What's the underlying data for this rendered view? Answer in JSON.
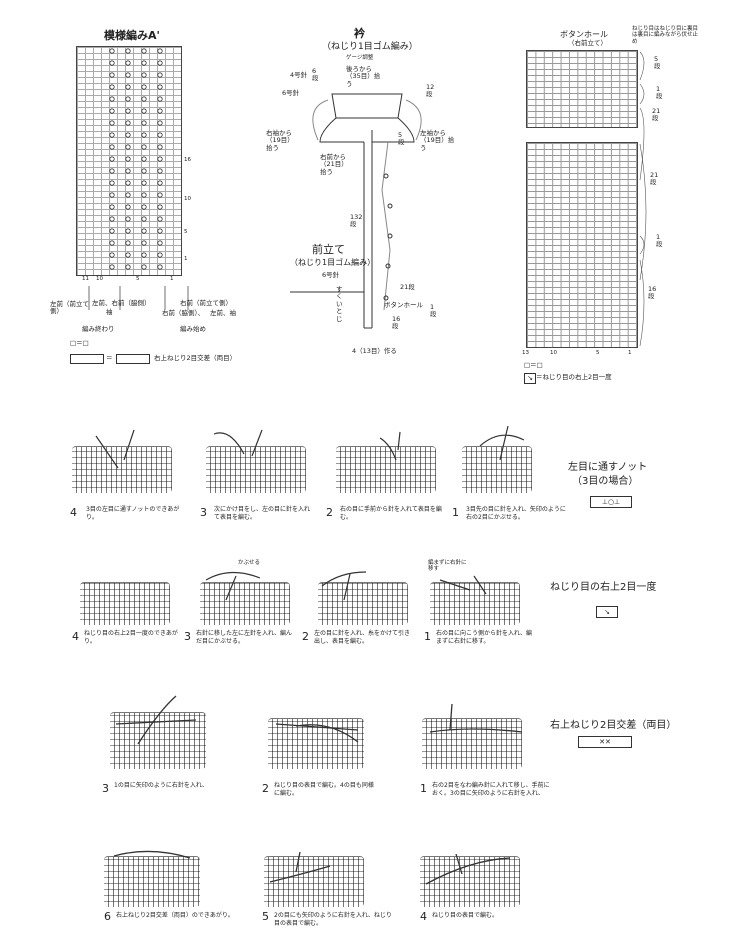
{
  "chart_a": {
    "title": "模様編みA'",
    "row_nums": [
      "16",
      "10",
      "5",
      "1"
    ],
    "col_nums": [
      "11",
      "10",
      "5",
      "1"
    ],
    "label_left": "左前（前立て側）",
    "label_left_b": "左前、右前（脇側）",
    "label_left_c": "袖",
    "label_right": "右前（前立て側）",
    "label_right_b": "右前（脇側）、",
    "label_right_c": "左前、袖",
    "end_label": "編み終わり",
    "start_label": "編み始め",
    "legend_eq": "□＝□",
    "legend_cross": "右上ねじり2目交差（両目）"
  },
  "collar": {
    "title": "衿",
    "subtitle": "（ねじり1目ゴム編み）",
    "gauge": "ゲージ調整",
    "back_pick": "後ろから（35目）拾う",
    "needle_4": "4号針",
    "needle_6": "6号針",
    "rows_6": "6段",
    "rows_12": "12段",
    "rows_5": "5段",
    "right_sleeve": "右袖から（19目）拾う",
    "left_sleeve": "左袖から（19目）拾う",
    "right_front": "右前から（21目）拾う",
    "num_132": "132段",
    "placket_title": "前立て",
    "placket_sub": "（ねじり1目ゴム編み）",
    "needle_6b": "6号針",
    "rows_21": "21段",
    "rows_1": "1段",
    "rows_16": "16段",
    "buttonhole": "ボタンホール",
    "bind_off": "すくいとじ",
    "cast_on": "4（13目）作る"
  },
  "buttonhole": {
    "title": "ボタンホール",
    "subtitle": "（右前立て）",
    "note": "ねじり目はねじり目に裏目は裏目に編みながら伏せ止め",
    "side": [
      "5段",
      "1段",
      "21段",
      "21段",
      "1段",
      "16段"
    ],
    "col_nums": [
      "13",
      "10",
      "5",
      "1"
    ],
    "legend_eq": "□＝□",
    "legend_dec": "＝ねじり目の右上2目一度"
  },
  "knot": {
    "title": "左目に通すノット",
    "subtitle": "（3目の場合）",
    "steps": [
      {
        "num": "4",
        "text": "3目の左目に通すノットのできあがり。"
      },
      {
        "num": "3",
        "text": "次にかけ目をし、左の目に針を入れて表目を編む。"
      },
      {
        "num": "2",
        "text": "右の目に手前から針を入れて表目を編む。"
      },
      {
        "num": "1",
        "text": "3目先の目に針を入れ、矢印のように右の2目にかぶせる。"
      }
    ]
  },
  "twist_dec": {
    "title": "ねじり目の右上2目一度",
    "note_kabuseru": "かぶせる",
    "note_no_knit": "編まずに右針に移す",
    "steps": [
      {
        "num": "4",
        "text": "ねじり目の右上2目一度のできあがり。"
      },
      {
        "num": "3",
        "text": "右針に移した左に左針を入れ、編んだ目にかぶせる。"
      },
      {
        "num": "2",
        "text": "左の目に針を入れ、糸をかけて引き出し、表目を編む。"
      },
      {
        "num": "1",
        "text": "右の目に向こう側から針を入れ、編まずに右針に移す。"
      }
    ]
  },
  "cross": {
    "title": "右上ねじり2目交差（両目）",
    "steps": [
      {
        "num": "3",
        "text": "1の目に矢印のように右針を入れ、"
      },
      {
        "num": "2",
        "text": "ねじり目の表目で編む。4の目も同様に編む。"
      },
      {
        "num": "1",
        "text": "右の2目をなわ編み針に入れて移し、手前におく。3の目に矢印のように右針を入れ、"
      },
      {
        "num": "6",
        "text": "右上ねじり2目交差（両目）のできあがり。"
      },
      {
        "num": "5",
        "text": "2の目にも矢印のように右針を入れ、ねじり目の表目で編む。"
      },
      {
        "num": "4",
        "text": "ねじり目の表目で編む。"
      }
    ]
  }
}
